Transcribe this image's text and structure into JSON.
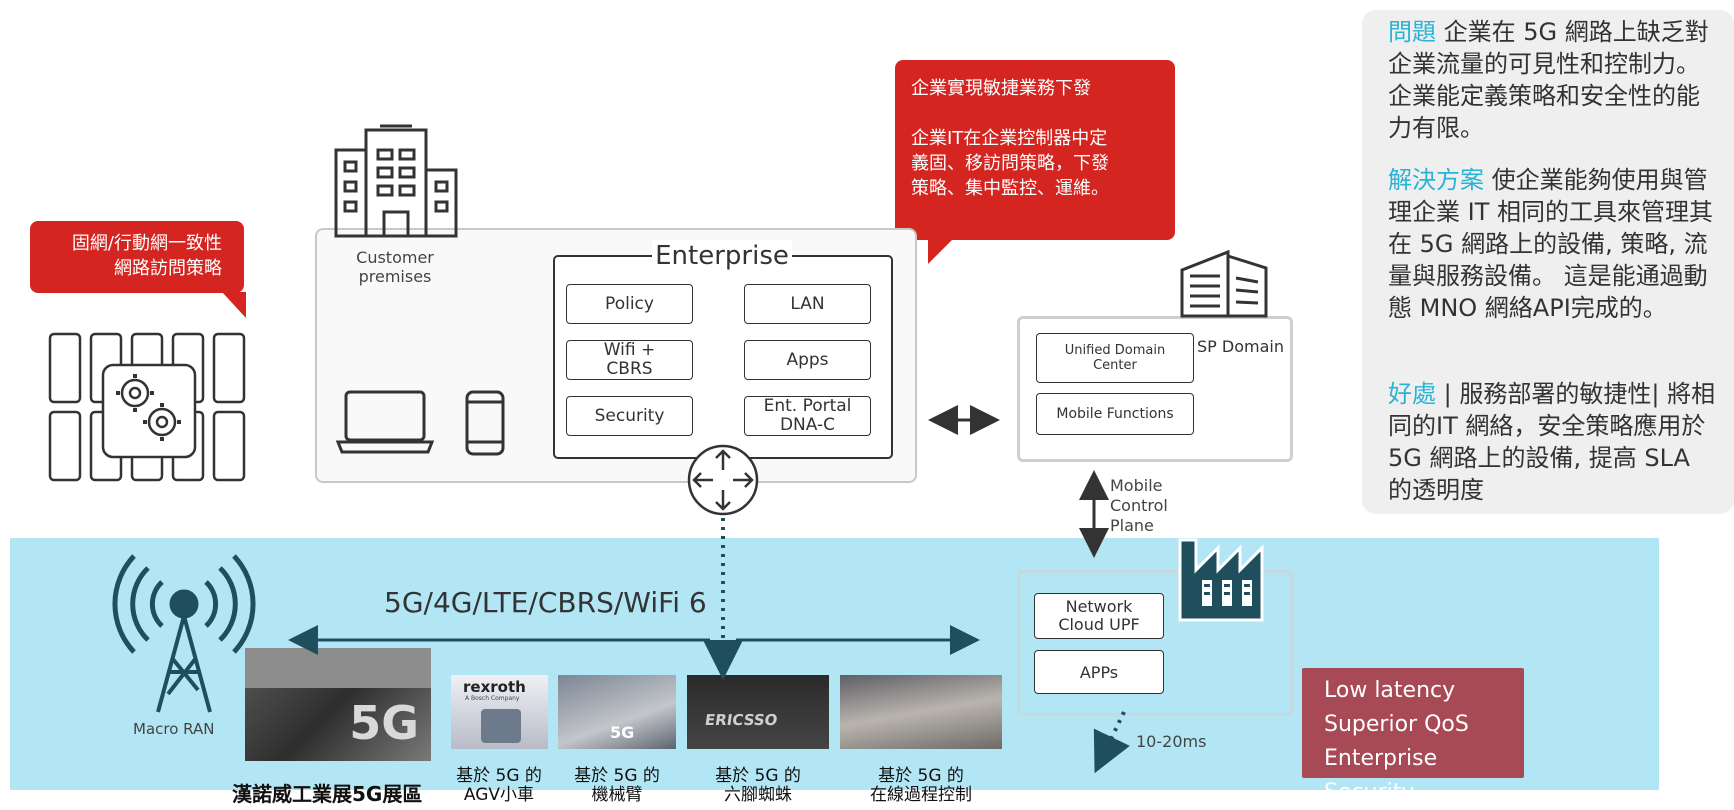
{
  "side_panel": {
    "problem_label": "問題",
    "problem_text": "企業在 5G 網路上缺乏對企業流量的可見性和控制力。 企業能定義策略和安全性的能力有限。",
    "solution_label": "解決方案",
    "solution_text": "使企業能夠使用與管理企業 IT 相同的工具來管理其在 5G 網路上的設備, 策略, 流量與服務設備。 這是能通過動態 MNO 網絡API完成的。",
    "benefit_label": "好處",
    "benefit_text": "| 服務部署的敏捷性| 將相同的IT 網絡，安全策略應用於 5G 網路上的設備, 提高 SLA 的透明度"
  },
  "callouts": {
    "policy_line1": "固網/行動網一致性",
    "policy_line2": "網路訪問策略",
    "agile_title": "企業實現敏捷業務下發",
    "agile_line1": "企業IT在企業控制器中定",
    "agile_line2": "義固、移訪問策略，下發",
    "agile_line3": "策略、集中監控、運維。"
  },
  "enterprise": {
    "premises_line1": "Customer",
    "premises_line2": "premises",
    "title": "Enterprise",
    "boxes": [
      "Policy",
      "LAN",
      "Wifi +\nCBRS",
      "Apps",
      "Security",
      "Ent. Portal\nDNA-C"
    ]
  },
  "sp_domain": {
    "label": "SP Domain",
    "udc": "Unified Domain Center",
    "mobile_functions": "Mobile Functions"
  },
  "control_plane": {
    "line1": "Mobile",
    "line2": "Control",
    "line3": "Plane"
  },
  "network": {
    "radio_label": "5G/4G/LTE/CBRS/WiFi 6",
    "macro_ran": "Macro RAN",
    "upf": "Network Cloud UPF",
    "apps": "APPs",
    "latency": "10-20ms"
  },
  "benefits_box": [
    "Low latency",
    "Superior QoS",
    "Enterprise Security"
  ],
  "photos": {
    "main_caption": "漢諾威工業展5G展區",
    "main_text": "5G",
    "rexroth_text": "rexroth",
    "rexroth_sub": "A Bosch Company",
    "ericsson_text": "ERICSSO",
    "captions": [
      {
        "l1": "基於 5G 的",
        "l2": "AGV小車"
      },
      {
        "l1": "基於 5G 的",
        "l2": "機械臂"
      },
      {
        "l1": "基於 5G 的",
        "l2": "六腳蜘蛛"
      },
      {
        "l1": "基於 5G 的",
        "l2": "在線過程控制"
      }
    ]
  },
  "colors": {
    "accent": "#2bb3d4",
    "red": "#d42520",
    "band": "#b3e6f5",
    "dark_teal": "#1f4f5c",
    "benefit_box": "#a84a55"
  }
}
